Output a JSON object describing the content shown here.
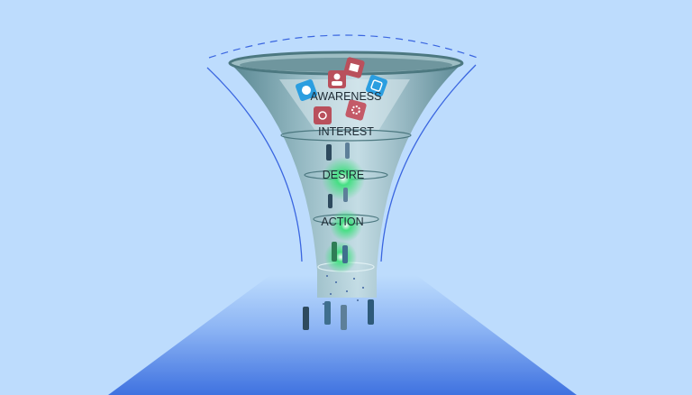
{
  "funnel": {
    "stages": [
      {
        "label": "AWARENESS"
      },
      {
        "label": "INTEREST"
      },
      {
        "label": "DESIRE"
      },
      {
        "label": "ACTION"
      }
    ]
  },
  "colors": {
    "background": "#bddcfd",
    "floor": "#3f72e0",
    "guide_lines": "#3a66e0",
    "glow": "#39e07a",
    "icon_red": "#b9505c",
    "icon_blue": "#2b9ee0"
  },
  "icons": [
    "chat-bubble-icon",
    "user-icon",
    "newspaper-icon",
    "tablet-icon",
    "network-icon",
    "gear-icon"
  ]
}
